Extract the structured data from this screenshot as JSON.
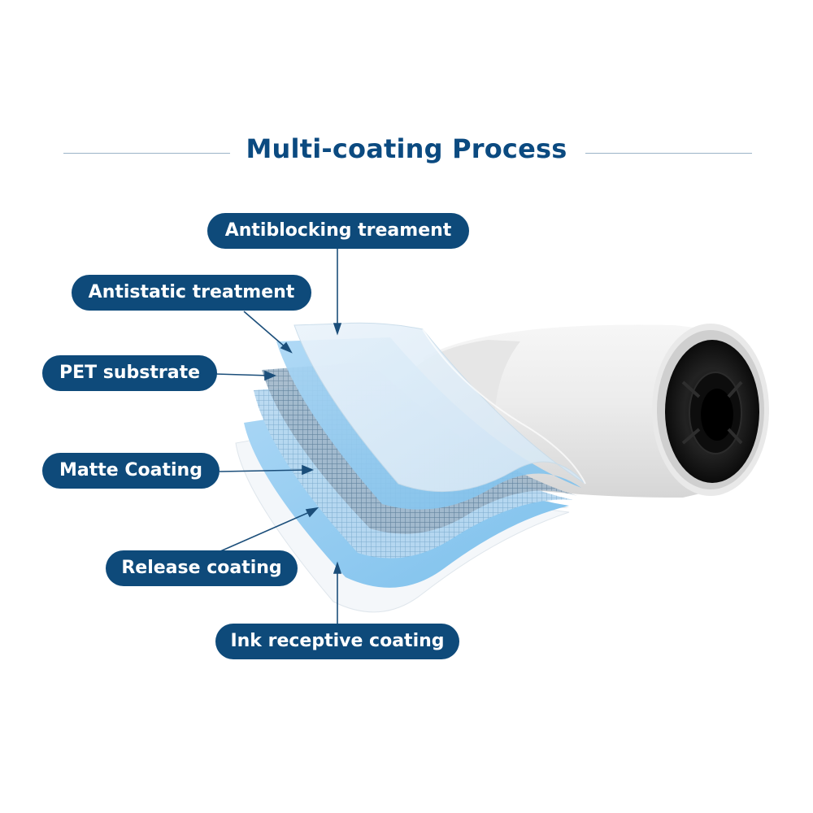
{
  "title": "Multi-coating Process",
  "colors": {
    "title": "#0b4a80",
    "label_bg": "#0e4a7a",
    "label_text": "#ffffff",
    "layer_blue": "#8cc8f0",
    "layer_pale": "#dcecf8"
  },
  "labels": [
    {
      "id": "antiblocking",
      "text": "Antiblocking treament"
    },
    {
      "id": "antistatic",
      "text": "Antistatic treatment"
    },
    {
      "id": "pet",
      "text": "PET substrate"
    },
    {
      "id": "matte",
      "text": "Matte Coating"
    },
    {
      "id": "release",
      "text": "Release coating"
    },
    {
      "id": "ink",
      "text": "Ink receptive coating"
    }
  ]
}
